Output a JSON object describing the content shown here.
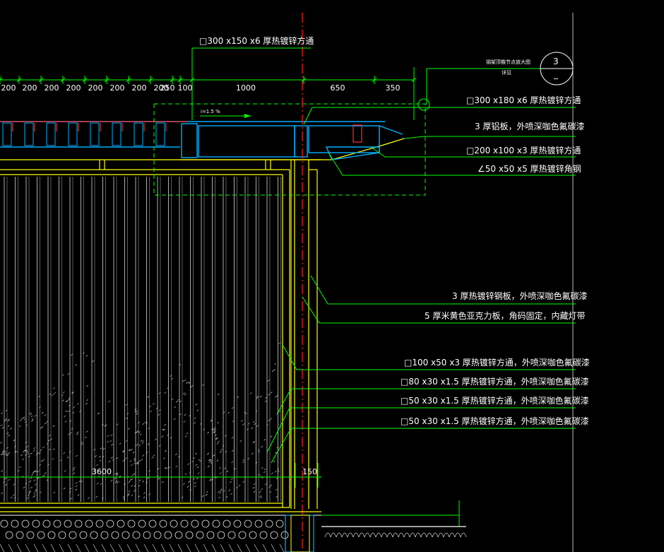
{
  "drawing": {
    "title_top": "□300 x150 x6 厚热镀锌方通",
    "slope": "i=1.5 %",
    "detail_ref": {
      "title": "钢架顶檐节点放大图",
      "number": "3",
      "sub": "详见",
      "dash": "_"
    },
    "top_dims": [
      "200",
      "200",
      "200",
      "200",
      "200",
      "200",
      "200",
      "200",
      "250",
      "100",
      "1000",
      "650",
      "350"
    ],
    "bottom_dims": [
      "3600",
      "150"
    ],
    "callouts_right": [
      "□300 x180 x6 厚热镀锌方通",
      "3 厚铝板，外喷深咖色氟碳漆",
      "□200 x100 x3 厚热镀锌方通",
      "∠50 x50 x5 厚热镀锌角钢"
    ],
    "callouts_mid": [
      "3 厚热镀锌钢板，外喷深咖色氟碳漆",
      "5 厚米黄色亚克力板，角码固定，内藏灯带"
    ],
    "callouts_low": [
      "□100 x50 x3 厚热镀锌方通，外喷深咖色氟碳漆",
      "□80 x30 x1.5 厚热镀锌方通，外喷深咖色氟碳漆",
      "□50 x30 x1.5 厚热镀锌方通，外喷深咖色氟碳漆",
      "□50 x30 x1.5 厚热镀锌方通，外喷深咖色氟碳漆"
    ],
    "colors": {
      "background": "#000000",
      "leader": "#00ff00",
      "frame": "#ffff00",
      "beam": "#00b0ff",
      "axis": "#ff2020",
      "text": "#ffffff",
      "detail_box": "#00ff00",
      "hatch": "#cccccc"
    }
  }
}
